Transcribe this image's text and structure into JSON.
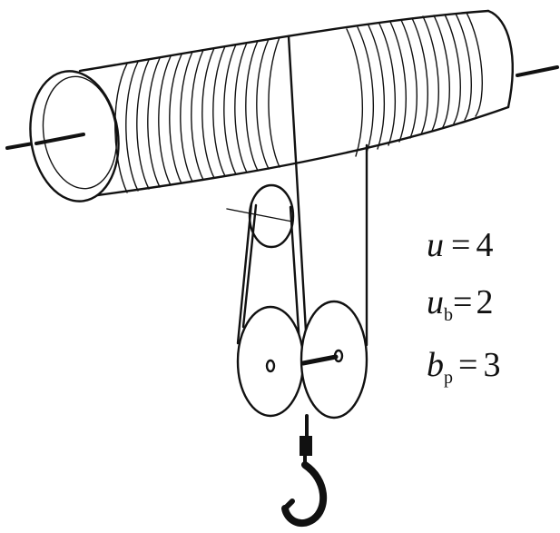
{
  "equations": [
    {
      "var": "u",
      "sub": "",
      "op": "=",
      "value": "4"
    },
    {
      "var": "u",
      "sub": "b",
      "op": "=",
      "value": "2"
    },
    {
      "var": "b",
      "sub": "p",
      "op": "=",
      "value": "3"
    }
  ]
}
